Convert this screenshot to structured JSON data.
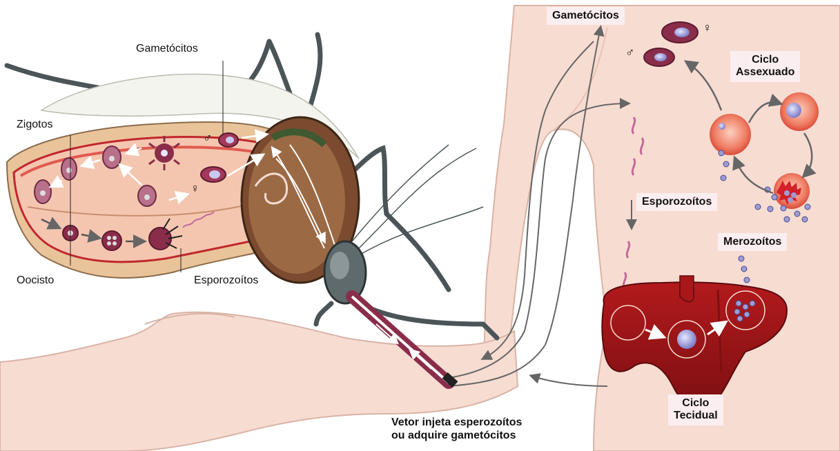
{
  "labels": {
    "mosquito_gametocytes": "Gametócitos",
    "zygotes": "Zigotos",
    "oocyst": "Oocisto",
    "mosquito_sporozoites": "Esporozoítos",
    "human_gametocytes": "Gametócitos",
    "asexual_cycle_line1": "Ciclo",
    "asexual_cycle_line2": "Assexuado",
    "human_sporozoites": "Esporozoítos",
    "merozoites": "Merozoítos",
    "tissue_cycle_line1": "Ciclo",
    "tissue_cycle_line2": "Tecidual",
    "caption_line1": "Vetor injeta esperozoítos",
    "caption_line2": "ou adquire gametócitos"
  },
  "symbols": {
    "male": "♂",
    "female": "♀"
  },
  "colors": {
    "skin": "#f7dcd2",
    "skin_outline": "#d9b3a6",
    "gut_pink": "#f4c6b0",
    "gut_red": "#c1272d",
    "cell_purple": "#8a2d4a",
    "liver_red": "#a8181b",
    "mosquito_gray": "#4b5457",
    "rbc": "#e9604f",
    "merozoite": "#9c9cd6",
    "arrow_gray": "#666666"
  }
}
